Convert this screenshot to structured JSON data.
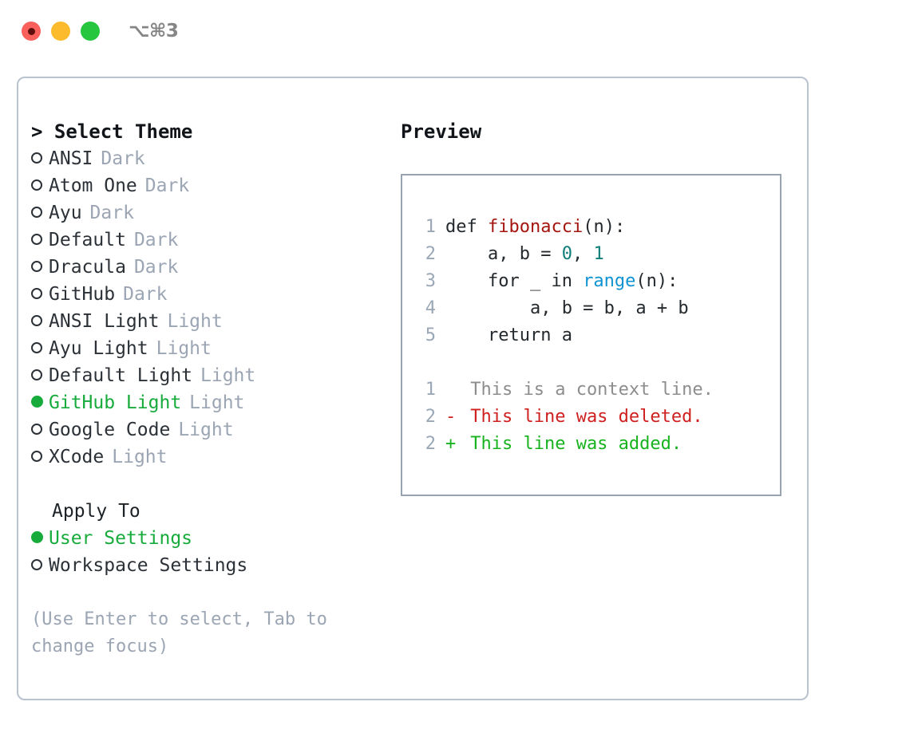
{
  "titlebar": {
    "shortcut": "⌥⌘3",
    "lights": [
      "close-red",
      "minimize-yellow",
      "maximize-green"
    ]
  },
  "left": {
    "header": "> Select Theme",
    "themes": [
      {
        "marker": "ring",
        "label": "ANSI",
        "suffix": "Dark",
        "selected": false
      },
      {
        "marker": "ring",
        "label": "Atom One",
        "suffix": "Dark",
        "selected": false
      },
      {
        "marker": "ring",
        "label": "Ayu",
        "suffix": "Dark",
        "selected": false
      },
      {
        "marker": "ring",
        "label": "Default",
        "suffix": "Dark",
        "selected": false
      },
      {
        "marker": "ring",
        "label": "Dracula",
        "suffix": "Dark",
        "selected": false
      },
      {
        "marker": "ring",
        "label": "GitHub",
        "suffix": "Dark",
        "selected": false
      },
      {
        "marker": "ring",
        "label": "ANSI Light",
        "suffix": "Light",
        "selected": false
      },
      {
        "marker": "ring",
        "label": "Ayu Light",
        "suffix": "Light",
        "selected": false
      },
      {
        "marker": "ring",
        "label": "Default Light",
        "suffix": "Light",
        "selected": false
      },
      {
        "marker": "filled",
        "label": "GitHub Light",
        "suffix": "Light",
        "selected": true
      },
      {
        "marker": "ring",
        "label": "Google Code",
        "suffix": "Light",
        "selected": false
      },
      {
        "marker": "ring",
        "label": "XCode",
        "suffix": "Light",
        "selected": false
      }
    ],
    "apply_to_heading": "Apply To",
    "apply_to": [
      {
        "marker": "filled",
        "label": "User Settings",
        "selected": true
      },
      {
        "marker": "ring",
        "label": "Workspace Settings",
        "selected": false
      }
    ],
    "hint": "(Use Enter to select, Tab to change focus)"
  },
  "right": {
    "preview_title": "Preview",
    "code_lines": [
      {
        "num": "1",
        "segments": [
          {
            "text": "def ",
            "style": "plain"
          },
          {
            "text": "fibonacci",
            "style": "fn"
          },
          {
            "text": "(n):",
            "style": "plain"
          }
        ]
      },
      {
        "num": "2",
        "segments": [
          {
            "text": "    a, b = ",
            "style": "plain"
          },
          {
            "text": "0",
            "style": "num"
          },
          {
            "text": ", ",
            "style": "plain"
          },
          {
            "text": "1",
            "style": "num"
          }
        ]
      },
      {
        "num": "3",
        "segments": [
          {
            "text": "    for _ in ",
            "style": "plain"
          },
          {
            "text": "range",
            "style": "call"
          },
          {
            "text": "(n):",
            "style": "plain"
          }
        ]
      },
      {
        "num": "4",
        "segments": [
          {
            "text": "        a, b = b, a + b",
            "style": "plain"
          }
        ]
      },
      {
        "num": "5",
        "segments": [
          {
            "text": "    return a",
            "style": "plain"
          }
        ]
      }
    ],
    "diff_lines": [
      {
        "num": "1",
        "sign": " ",
        "text": "This is a context line.",
        "kind": "context"
      },
      {
        "num": "2",
        "sign": "-",
        "text": "This line was deleted.",
        "kind": "deleted"
      },
      {
        "num": "2",
        "sign": "+",
        "text": "This line was added.",
        "kind": "added"
      }
    ]
  },
  "colors": {
    "accent_green": "#17ab3c",
    "muted": "#9ba5b3",
    "text": "#2b3137",
    "panel_border": "#b9c2cf",
    "preview_border": "#99a4b3",
    "syntax_function": "#a5150f",
    "syntax_number": "#0f7d78",
    "syntax_call": "#0f93d2",
    "diff_deleted": "#cf2020",
    "diff_added": "#17b31f",
    "diff_context": "#8d8d8d",
    "light_red": "#f9605c",
    "light_yellow": "#fcbb2d",
    "light_green": "#27c63f"
  }
}
